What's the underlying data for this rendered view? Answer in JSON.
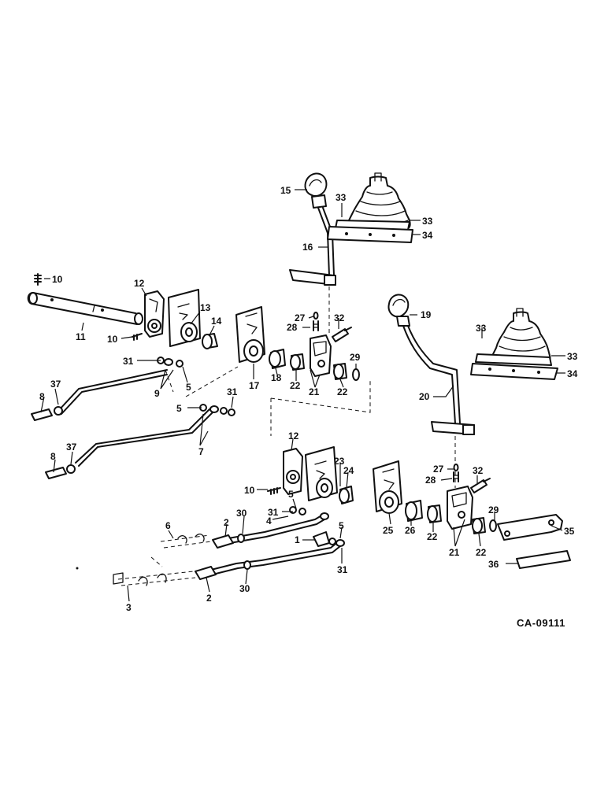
{
  "drawing_code": "CA-09111",
  "callouts": {
    "c1": "1",
    "c2a": "2",
    "c2b": "2",
    "c3": "3",
    "c4": "4",
    "c5a": "5",
    "c5b": "5",
    "c5c": "5",
    "c5d": "5",
    "c6": "6",
    "c7": "7",
    "c8a": "8",
    "c8b": "8",
    "c9": "9",
    "c10a": "10",
    "c10b": "10",
    "c10c": "10",
    "c11": "11",
    "c12a": "12",
    "c12b": "12",
    "c13": "13",
    "c14": "14",
    "c15": "15",
    "c16": "16",
    "c17": "17",
    "c18": "18",
    "c19": "19",
    "c20": "20",
    "c21a": "21",
    "c21b": "21",
    "c22a": "22",
    "c22b": "22",
    "c22c": "22",
    "c22d": "22",
    "c23": "23",
    "c24": "24",
    "c25": "25",
    "c26": "26",
    "c27a": "27",
    "c27b": "27",
    "c28a": "28",
    "c28b": "28",
    "c29a": "29",
    "c29b": "29",
    "c30a": "30",
    "c30b": "30",
    "c31a": "31",
    "c31b": "31",
    "c31c": "31",
    "c31d": "31",
    "c32a": "32",
    "c32b": "32",
    "c33a": "33",
    "c33b": "33",
    "c33c": "33",
    "c33d": "33",
    "c34a": "34",
    "c34b": "34",
    "c35": "35",
    "c36": "36",
    "c37a": "37",
    "c37b": "37"
  }
}
